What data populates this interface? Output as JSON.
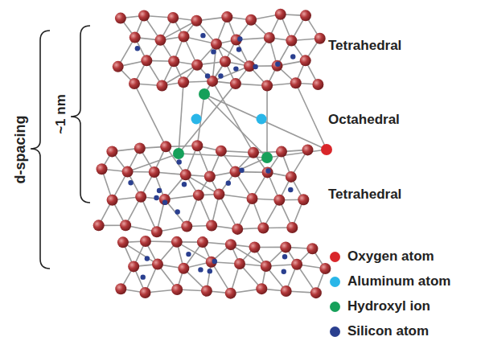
{
  "diagram": {
    "labels": [
      "d-spacing",
      "~1 nm",
      "Tetrahedral",
      "Octahedral",
      "Tetrahedral"
    ],
    "legend": [
      {
        "text": "Oxygen atom",
        "color": "#d9262a"
      },
      {
        "text": "Aluminum atom",
        "color": "#29b6e8"
      },
      {
        "text": "Hydroxyl ion",
        "color": "#16a05a"
      },
      {
        "text": "Silicon atom",
        "color": "#2a3f8f"
      }
    ]
  }
}
